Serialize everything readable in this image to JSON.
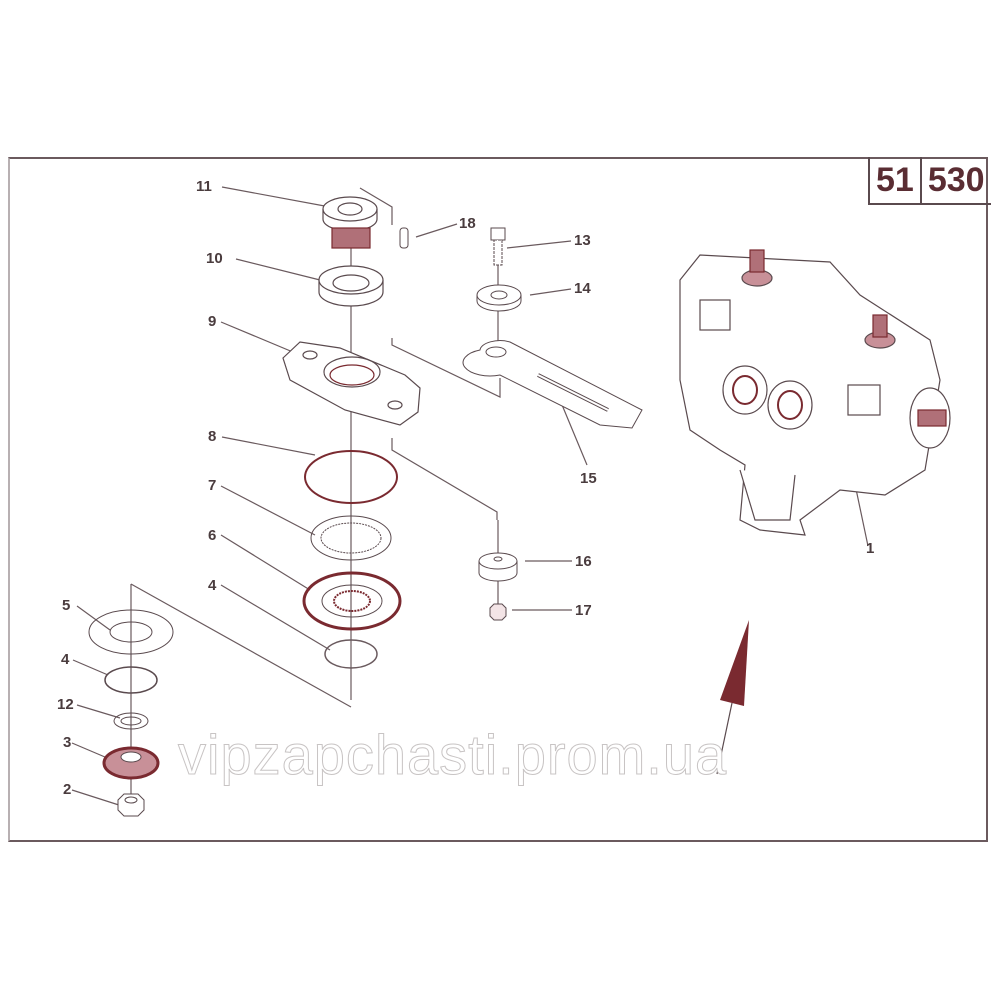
{
  "diagram": {
    "title_block": {
      "group": "51",
      "number": "530"
    },
    "parts": [
      {
        "id": "1",
        "label": "1",
        "name": "gearbox-assembly"
      },
      {
        "id": "2",
        "label": "2",
        "name": "nut"
      },
      {
        "id": "3",
        "label": "3",
        "name": "bearing"
      },
      {
        "id": "4a",
        "label": "4",
        "name": "o-ring"
      },
      {
        "id": "4b",
        "label": "4",
        "name": "o-ring"
      },
      {
        "id": "5",
        "label": "5",
        "name": "washer"
      },
      {
        "id": "6",
        "label": "6",
        "name": "clutch-disc"
      },
      {
        "id": "7",
        "label": "7",
        "name": "splined-disc"
      },
      {
        "id": "8",
        "label": "8",
        "name": "ring"
      },
      {
        "id": "9",
        "label": "9",
        "name": "mounting-plate"
      },
      {
        "id": "10",
        "label": "10",
        "name": "bearing"
      },
      {
        "id": "11",
        "label": "11",
        "name": "splined-hub"
      },
      {
        "id": "12",
        "label": "12",
        "name": "washer"
      },
      {
        "id": "13",
        "label": "13",
        "name": "bolt"
      },
      {
        "id": "14",
        "label": "14",
        "name": "washer"
      },
      {
        "id": "15",
        "label": "15",
        "name": "blade"
      },
      {
        "id": "16",
        "label": "16",
        "name": "spacer"
      },
      {
        "id": "17",
        "label": "17",
        "name": "nut"
      },
      {
        "id": "18",
        "label": "18",
        "name": "key"
      }
    ],
    "colors": {
      "line": "#5a4a4e",
      "accent": "#7a2a30",
      "label": "#4a3c3e"
    }
  },
  "watermark": "vipzapchasti.prom.ua"
}
